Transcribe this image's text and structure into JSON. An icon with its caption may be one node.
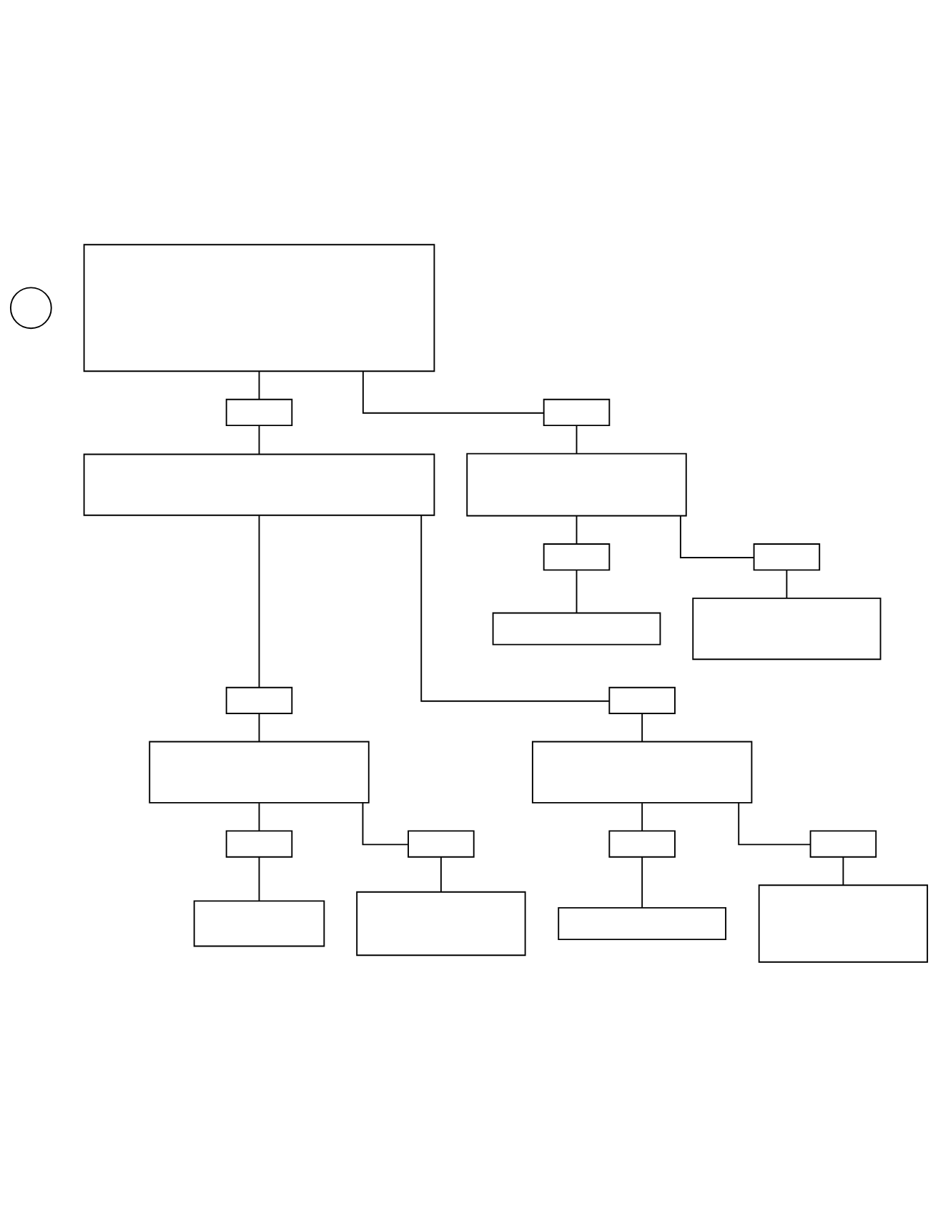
{
  "diagram": {
    "nodes": [
      {
        "text": [],
        "shape": "circle"
      },
      {
        "text": [],
        "shape": "box"
      },
      {
        "text": [],
        "shape": "box"
      },
      {
        "text": [],
        "shape": "box"
      },
      {
        "text": [],
        "shape": "box"
      },
      {
        "text": [],
        "shape": "box"
      },
      {
        "text": [],
        "shape": "box"
      },
      {
        "text": [],
        "shape": "box"
      },
      {
        "text": [],
        "shape": "box"
      },
      {
        "text": [],
        "shape": "box"
      },
      {
        "text": [],
        "shape": "box"
      },
      {
        "text": [],
        "shape": "box"
      },
      {
        "text": [],
        "shape": "box"
      },
      {
        "text": [],
        "shape": "box"
      },
      {
        "text": [],
        "shape": "box"
      },
      {
        "text": [],
        "shape": "box"
      },
      {
        "text": [],
        "shape": "box"
      },
      {
        "text": [],
        "shape": "box"
      },
      {
        "text": [],
        "shape": "box"
      },
      {
        "text": [],
        "shape": "box"
      },
      {
        "text": [],
        "shape": "box"
      },
      {
        "text": [],
        "shape": "box"
      }
    ],
    "edges": [
      {
        "from": 1,
        "to": 2,
        "arrow": "none"
      },
      {
        "from": 1,
        "to": 3,
        "arrow": "none"
      },
      {
        "from": 2,
        "to": 4,
        "arrow": "none"
      },
      {
        "from": 3,
        "to": 5,
        "arrow": "none"
      },
      {
        "from": 5,
        "to": 6,
        "arrow": "none"
      },
      {
        "from": 5,
        "to": 7,
        "arrow": "none"
      },
      {
        "from": 6,
        "to": 8,
        "arrow": "none"
      },
      {
        "from": 7,
        "to": 9,
        "arrow": "none"
      },
      {
        "from": 4,
        "to": 10,
        "arrow": "none"
      },
      {
        "from": 4,
        "to": 11,
        "arrow": "none"
      },
      {
        "from": 10,
        "to": 12,
        "arrow": "none"
      },
      {
        "from": 11,
        "to": 13,
        "arrow": "none"
      },
      {
        "from": 12,
        "to": 14,
        "arrow": "none"
      },
      {
        "from": 12,
        "to": 15,
        "arrow": "none"
      },
      {
        "from": 14,
        "to": 18,
        "arrow": "none"
      },
      {
        "from": 15,
        "to": 19,
        "arrow": "none"
      },
      {
        "from": 13,
        "to": 16,
        "arrow": "none"
      },
      {
        "from": 13,
        "to": 17,
        "arrow": "none"
      },
      {
        "from": 16,
        "to": 20,
        "arrow": "none"
      },
      {
        "from": 17,
        "to": 21,
        "arrow": "none"
      }
    ]
  }
}
